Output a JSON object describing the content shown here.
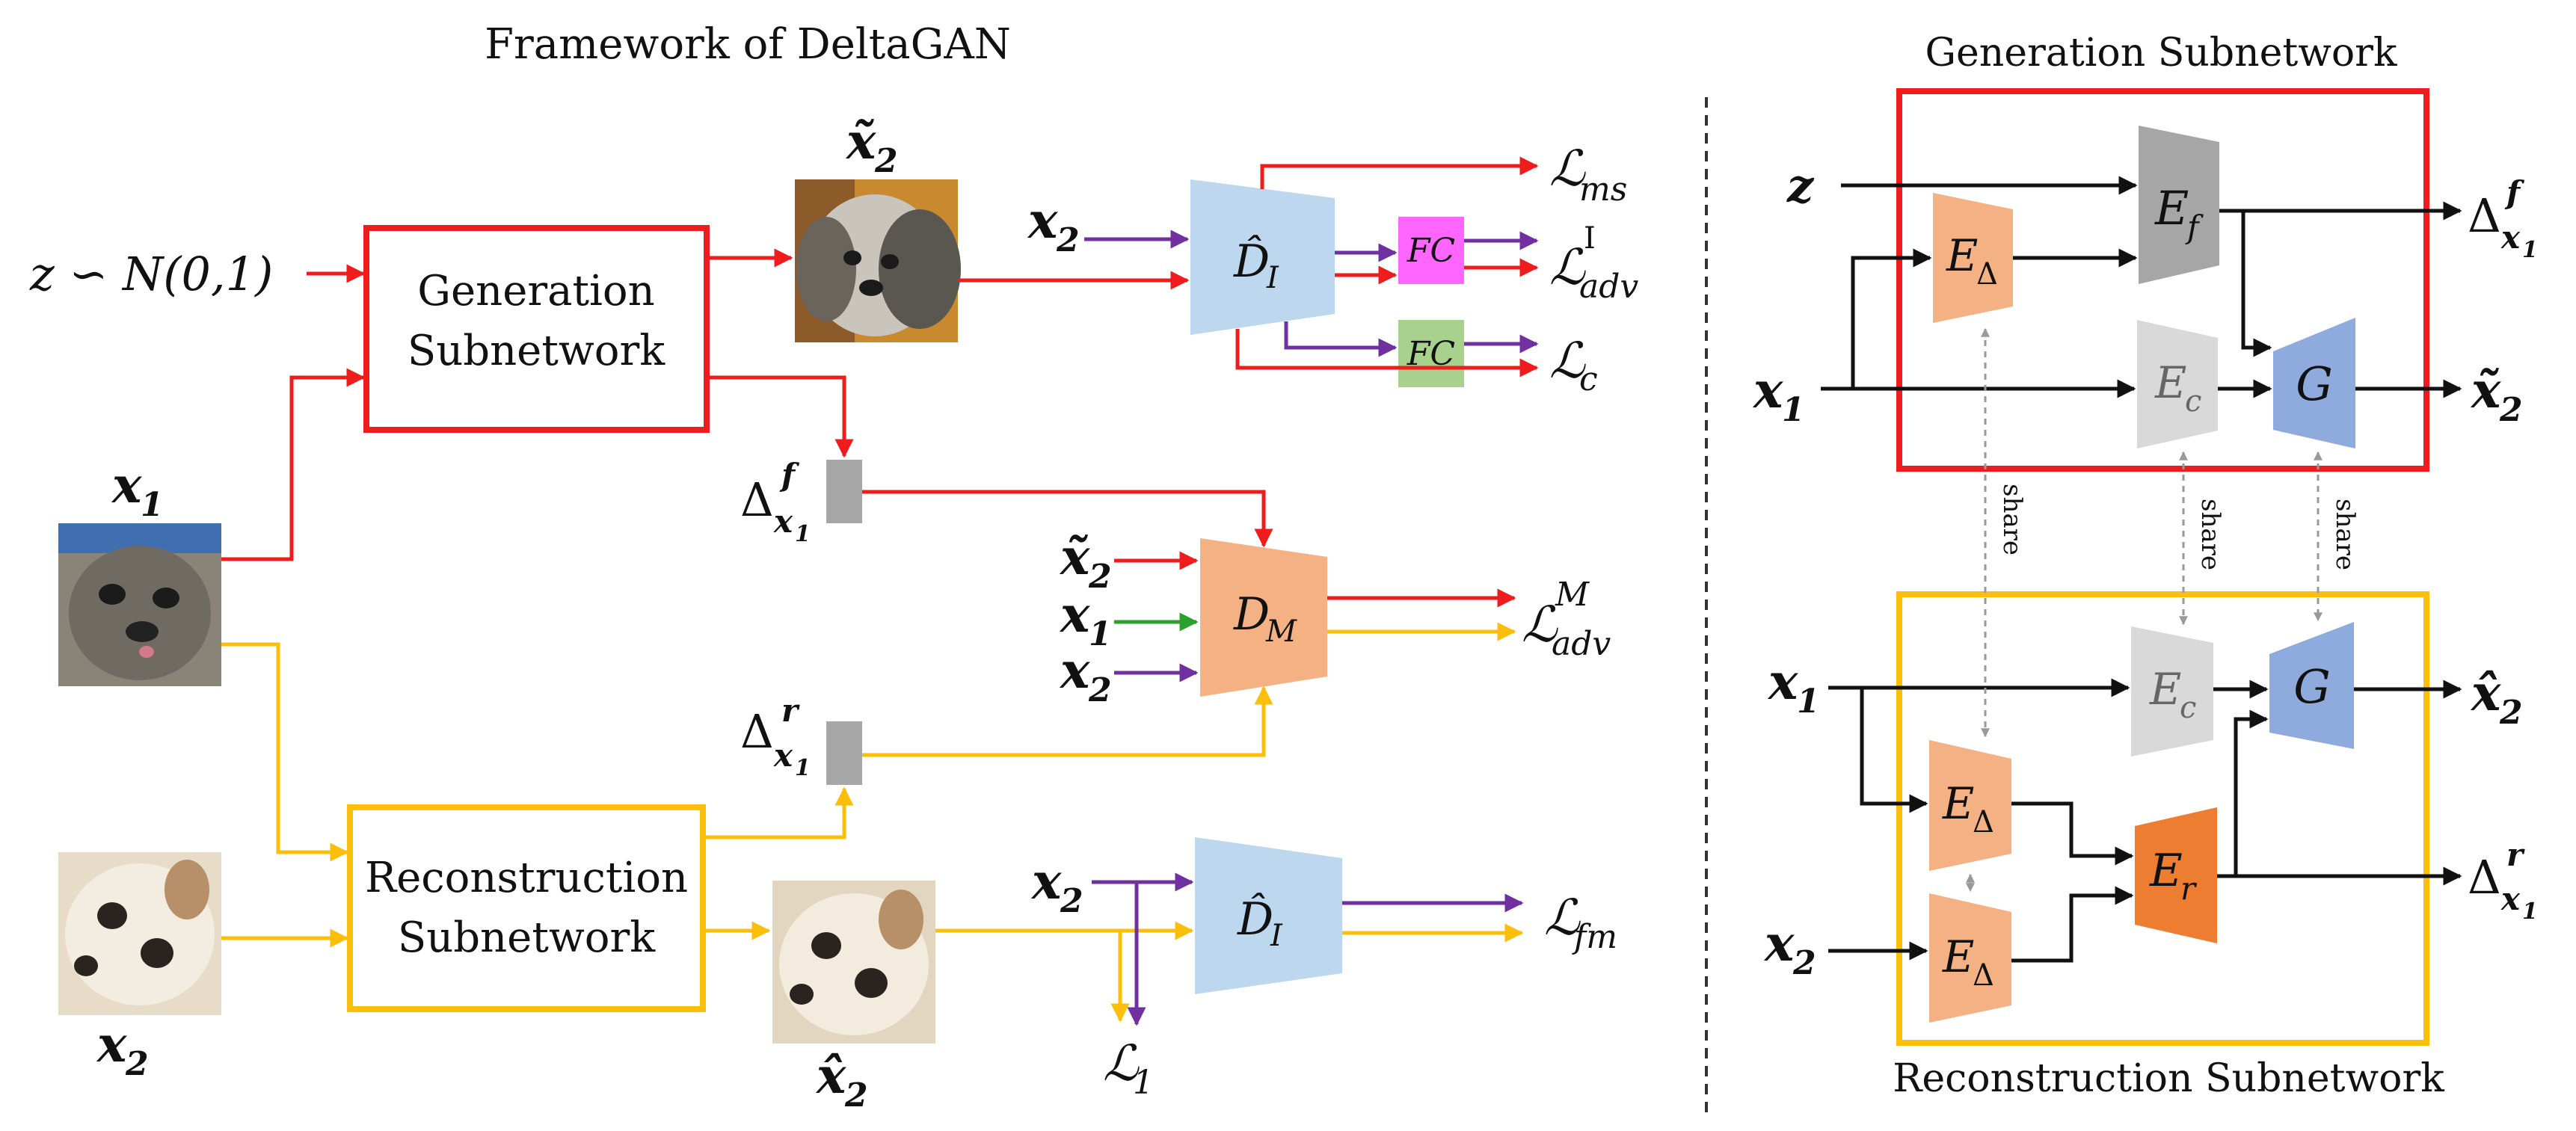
{
  "left_title": "Framework of DeltaGAN",
  "right_top_title": "Generation Subnetwork",
  "right_bottom_title": "Reconstruction Subnetwork",
  "left": {
    "noise_input": "z ∽ N(0,1)",
    "gen_box": [
      "Generation",
      "Subnetwork"
    ],
    "rec_box": [
      "Reconstruction",
      "Subnetwork"
    ],
    "x1_label": {
      "base": "x",
      "sub": "1"
    },
    "x2_label": {
      "base": "x",
      "sub": "2"
    },
    "x2_tilde_label": {
      "base": "x̃",
      "sub": "2"
    },
    "x2_hat_label": {
      "base": "x̂",
      "sub": "2"
    },
    "delta_f": {
      "base": "Δ",
      "sup": "f",
      "sub": "x",
      "subsub": "1"
    },
    "delta_r": {
      "base": "Δ",
      "sup": "r",
      "sub": "x",
      "subsub": "1"
    },
    "di_top": {
      "base": "D̂",
      "sub": "I"
    },
    "di_bottom": {
      "base": "D̂",
      "sub": "I"
    },
    "dm": {
      "base": "D",
      "sub": "M"
    },
    "fc_top": "FC",
    "fc_bottom": "FC",
    "dm_inputs": [
      {
        "base": "x̃",
        "sub": "2"
      },
      {
        "base": "x",
        "sub": "1"
      },
      {
        "base": "x",
        "sub": "2"
      }
    ],
    "di_top_input": {
      "base": "x",
      "sub": "2"
    },
    "di_bottom_input": {
      "base": "x",
      "sub": "2"
    },
    "loss_ms": {
      "base": "ℒ",
      "sub": "ms"
    },
    "loss_adv_I": {
      "base": "ℒ",
      "sup": "I",
      "sub": "adv"
    },
    "loss_c": {
      "base": "ℒ",
      "sub": "c"
    },
    "loss_adv_M": {
      "base": "ℒ",
      "sup": "M",
      "sub": "adv"
    },
    "loss_fm": {
      "base": "ℒ",
      "sub": "fm"
    },
    "loss_1": {
      "base": "ℒ",
      "sub": "1"
    }
  },
  "right": {
    "z": "z",
    "x1_top": {
      "base": "x",
      "sub": "1"
    },
    "x1_bottom": {
      "base": "x",
      "sub": "1"
    },
    "x2_bottom": {
      "base": "x",
      "sub": "2"
    },
    "e_delta": {
      "base": "E",
      "sub": "Δ"
    },
    "e_f": {
      "base": "E",
      "sub": "f"
    },
    "e_c": {
      "base": "E",
      "sub": "c"
    },
    "g": "G",
    "e_r": {
      "base": "E",
      "sub": "r"
    },
    "out_delta_f": {
      "base": "Δ",
      "sup": "f",
      "sub": "x",
      "subsub": "1"
    },
    "out_delta_r": {
      "base": "Δ",
      "sup": "r",
      "sub": "x",
      "subsub": "1"
    },
    "out_x2_tilde": {
      "base": "x̃",
      "sub": "2"
    },
    "out_x2_hat": {
      "base": "x̂",
      "sub": "2"
    },
    "share_label": "share"
  },
  "colors": {
    "generation": "#ee1c1c",
    "reconstruction": "#fbbf0b",
    "purple": "#7030a0",
    "green": "#2ca02c",
    "black": "#111111",
    "discriminator": "#bdd7ee",
    "dm": "#f4b183",
    "fc_magenta": "#ff66ff",
    "fc_green": "#a9d18e",
    "delta_block": "#a6a6a6",
    "e_delta": "#f4b183",
    "e_f": "#a6a6a6",
    "e_c": "#d9d9d9",
    "g": "#8faadc",
    "e_r": "#ed7d31"
  },
  "icons": [
    "dog-photo-x2-tilde",
    "dog-photo-x1",
    "dog-photo-x2",
    "dog-photo-x2-hat"
  ]
}
